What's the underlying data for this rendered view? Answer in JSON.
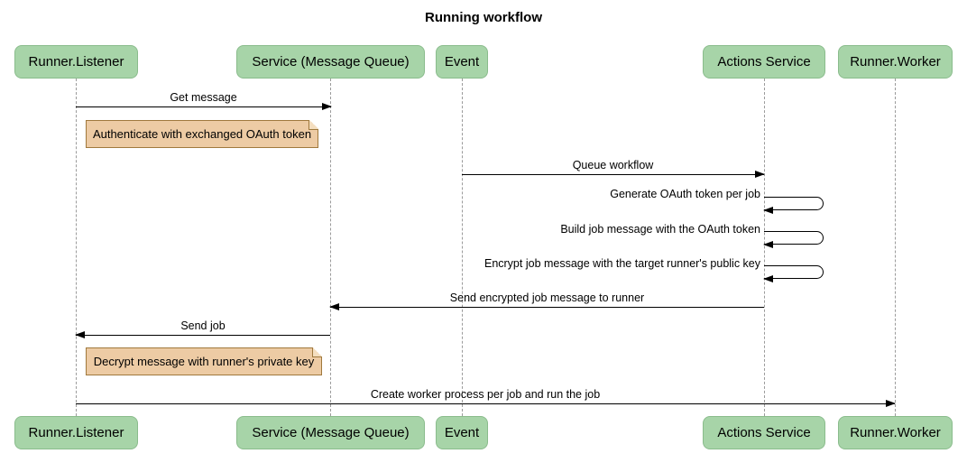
{
  "title": "Running workflow",
  "colors": {
    "background": "#FFFFFF",
    "text": "#000000",
    "actor_fill": "#A7D4A8",
    "actor_border": "#8ABC8C",
    "note_fill": "#EDCBA4",
    "note_border": "#A0793D",
    "note_fold": "#F4DEBF",
    "lifeline": "#9B9B9B",
    "arrow": "#000000"
  },
  "actors": [
    {
      "label": "Runner.Listener"
    },
    {
      "label": "Service (Message Queue)"
    },
    {
      "label": "Event"
    },
    {
      "label": "Actions Service"
    },
    {
      "label": "Runner.Worker"
    }
  ],
  "messages": [
    {
      "label": "Get message",
      "from": "Runner.Listener",
      "to": "Service (Message Queue)",
      "type": "solid-arrow"
    },
    {
      "label": "Queue workflow",
      "from": "Event",
      "to": "Actions Service",
      "type": "solid-arrow"
    },
    {
      "label": "Generate OAuth token per job",
      "from": "Actions Service",
      "to": "Actions Service",
      "type": "self-loop"
    },
    {
      "label": "Build job message with the OAuth token",
      "from": "Actions Service",
      "to": "Actions Service",
      "type": "self-loop"
    },
    {
      "label": "Encrypt job message with the target runner's public key",
      "from": "Actions Service",
      "to": "Actions Service",
      "type": "self-loop"
    },
    {
      "label": "Send encrypted job message to runner",
      "from": "Actions Service",
      "to": "Service (Message Queue)",
      "type": "solid-arrow"
    },
    {
      "label": "Send job",
      "from": "Service (Message Queue)",
      "to": "Runner.Listener",
      "type": "solid-arrow"
    },
    {
      "label": "Create worker process per job and run the job",
      "from": "Runner.Listener",
      "to": "Runner.Worker",
      "type": "solid-arrow"
    }
  ],
  "notes": [
    {
      "label": "Authenticate with exchanged OAuth token",
      "over": "Runner.Listener"
    },
    {
      "label": "Decrypt message with runner's private key",
      "over": "Runner.Listener"
    }
  ]
}
